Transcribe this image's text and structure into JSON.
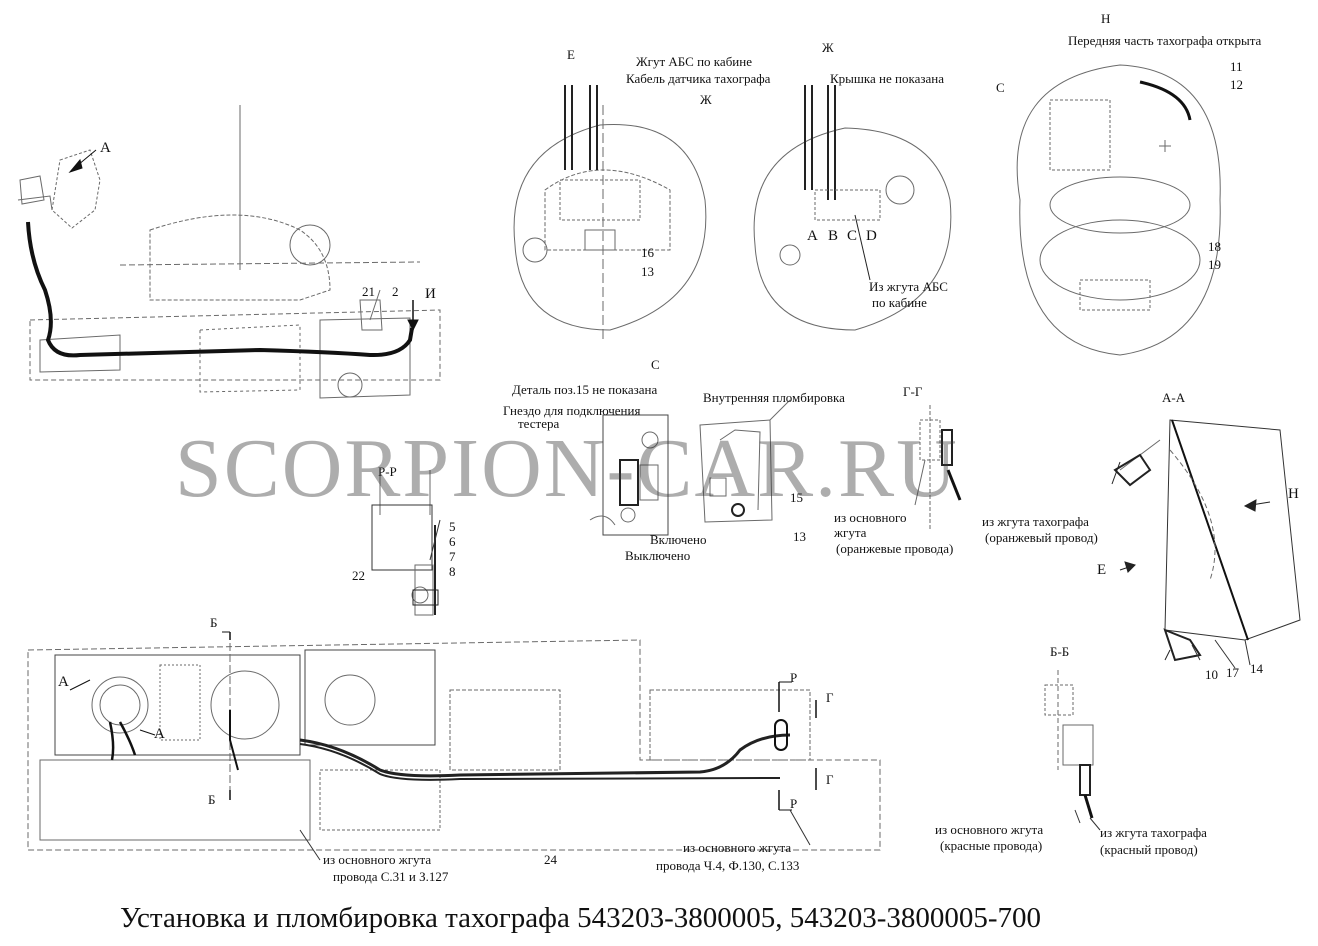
{
  "caption": "Установка и пломбировка тахографа 543203-3800005, 543203-3800005-700",
  "watermark": "SCORPION-CAR.RU",
  "views": {
    "e": {
      "letter": "Е",
      "harness_abs": "Жгут АБС по кабине",
      "sensor_cable": "Кабель датчика тахографа",
      "sub_letter": "Ж",
      "p16": "16",
      "p13": "13"
    },
    "zh": {
      "letter": "Ж",
      "cover_not_shown": "Крышка не показана",
      "pin_a": "A",
      "pin_b": "B",
      "pin_c": "C",
      "pin_d": "D",
      "from_abs_1": "Из жгута АБС",
      "from_abs_2": "по кабине"
    },
    "n": {
      "letter": "Н",
      "front_open": "Передняя часть тахографа открыта",
      "c": "С",
      "p11": "11",
      "p12": "12",
      "p18": "18",
      "p19": "19"
    },
    "c": {
      "letter": "С",
      "detail_not_shown": "Деталь поз.15 не показана",
      "socket_1": "Гнездо для подключения",
      "socket_2": "тестера",
      "internal_seal": "Внутренняя пломбировка",
      "on": "Включено",
      "off": "Выключено",
      "p15": "15",
      "p13": "13"
    },
    "pp": {
      "label": "Р-Р",
      "p5": "5",
      "p6": "6",
      "p7": "7",
      "p8": "8",
      "p22": "22"
    },
    "gg": {
      "letter": "Г-Г",
      "main_1": "из основного",
      "main_2": "жгута",
      "main_3": "(оранжевые провода)",
      "tacho_1": "из жгута тахографа",
      "tacho_2": "(оранжевый провод)"
    },
    "aa": {
      "letter": "А-А",
      "n": "Н",
      "e": "Е",
      "p10": "10",
      "p17": "17",
      "p14": "14"
    },
    "bb": {
      "letter": "Б-Б",
      "main_1": "из основного жгута",
      "main_2": "(красные провода)",
      "tacho_1": "из жгута тахографа",
      "tacho_2": "(красный провод)"
    },
    "top_left": {
      "a": "А",
      "p21": "21",
      "p2": "2",
      "i": "И"
    },
    "dashboard": {
      "b_top": "Б",
      "b_bottom": "Б",
      "a1": "А",
      "a2": "А",
      "r_top": "Р",
      "r_bottom": "Р",
      "g_top": "Г",
      "g_bottom": "Г",
      "p24": "24",
      "main_left_1": "из основного жгута",
      "main_left_2": "провода С.31 и З.127",
      "main_right_1": "из основного жгута",
      "main_right_2": "провода Ч.4, Ф.130, С.133"
    }
  }
}
